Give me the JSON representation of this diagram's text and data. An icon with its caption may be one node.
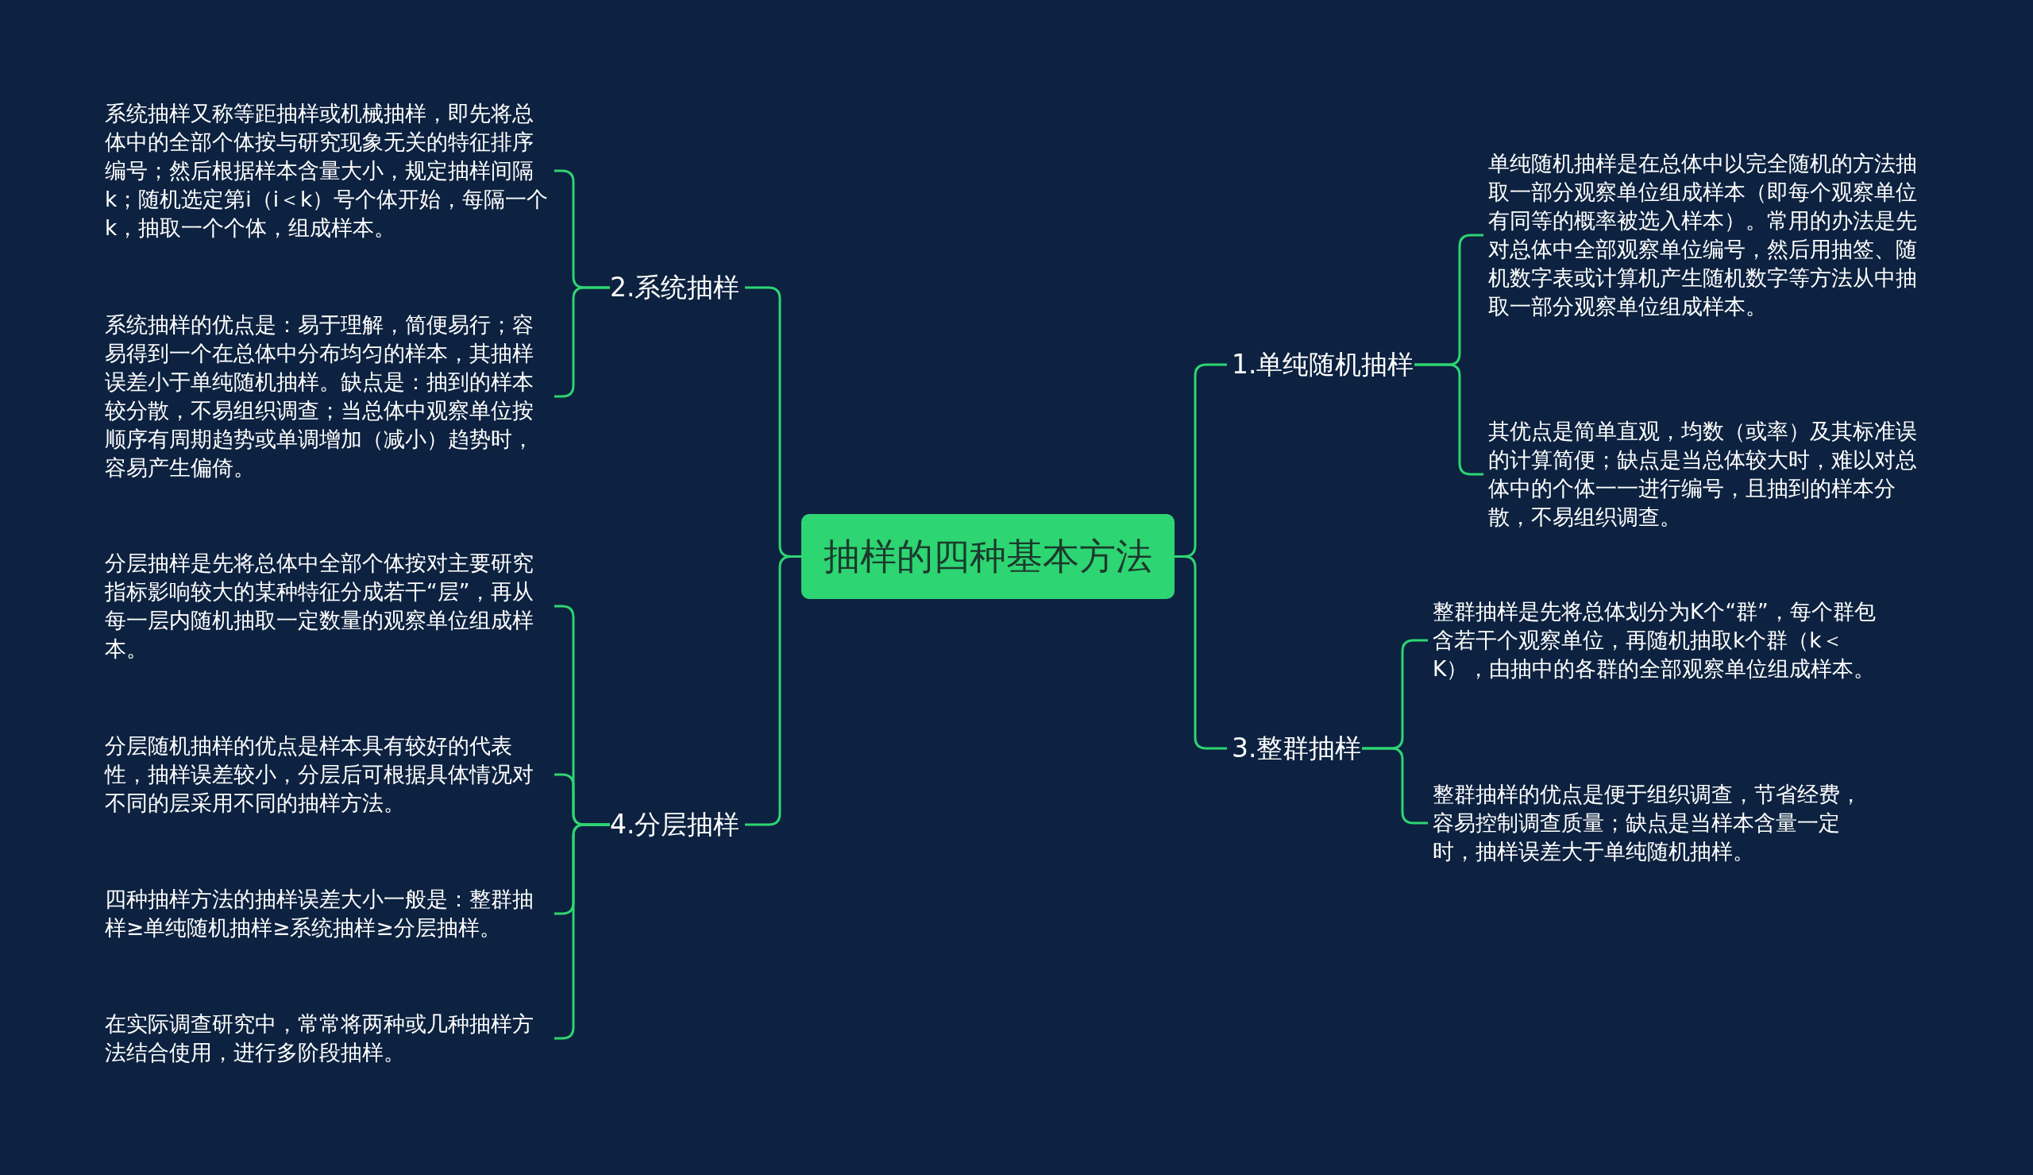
{
  "diagram": {
    "nodes": [
      {
        "text": [
          "抽样的四种基本方法"
        ]
      },
      {
        "text": [
          "1.单纯随机抽样"
        ]
      },
      {
        "text": [
          "单纯随机抽样是在总体中以完全随机的方法抽取一部分观察单位组成样本（即每个观察单位有同等的概率被选入样本）。常用的办法是先对总体中全部观察单位编号，然后用抽签、随机数字表或计算机产生随机数字等方法从中抽取一部分观察单位组成样本。"
        ]
      },
      {
        "text": [
          "其优点是简单直观，均数（或率）及其标准误的计算简便；缺点是当总体较大时，难以对总体中的个体一一进行编号，且抽到的样本分散，不易组织调查。"
        ]
      },
      {
        "text": [
          "2.系统抽样"
        ]
      },
      {
        "text": [
          "系统抽样又称等距抽样或机械抽样，即先将总体中的全部个体按与研究现象无关的特征排序编号；然后根据样本含量大小，规定抽样间隔k；随机选定第i（i＜k）号个体开始，每隔一个k，抽取一个个体，组成样本。"
        ]
      },
      {
        "text": [
          "系统抽样的优点是：易于理解，简便易行；容易得到一个在总体中分布均匀的样本，其抽样误差小于单纯随机抽样。缺点是：抽到的样本较分散，不易组织调查；当总体中观察单位按顺序有周期趋势或单调增加（减小）趋势时，容易产生偏倚。"
        ]
      },
      {
        "text": [
          "3.整群抽样"
        ]
      },
      {
        "text": [
          "整群抽样是先将总体划分为K个“群”，每个群包含若干个观察单位，再随机抽取k个群（k＜K），由抽中的各群的全部观察单位组成样本。"
        ]
      },
      {
        "text": [
          "整群抽样的优点是便于组织调查，节省经费，容易控制调查质量；缺点是当样本含量一定时，抽样误差大于单纯随机抽样。"
        ]
      },
      {
        "text": [
          "4.分层抽样"
        ]
      },
      {
        "text": [
          "分层抽样是先将总体中全部个体按对主要研究指标影响较大的某种特征分成若干“层”，再从每一层内随机抽取一定数量的观察单位组成样本。"
        ]
      },
      {
        "text": [
          "分层随机抽样的优点是样本具有较好的代表性，抽样误差较小，分层后可根据具体情况对不同的层采用不同的抽样方法。"
        ]
      },
      {
        "text": [
          "四种抽样方法的抽样误差大小一般是：整群抽样≥单纯随机抽样≥系统抽样≥分层抽样。"
        ]
      },
      {
        "text": [
          "在实际调查研究中，常常将两种或几种抽样方法结合使用，进行多阶段抽样。"
        ]
      }
    ],
    "edges": [
      {
        "from": 0,
        "to": 1,
        "arrow": "none"
      },
      {
        "from": 1,
        "to": 2,
        "arrow": "none"
      },
      {
        "from": 1,
        "to": 3,
        "arrow": "none"
      },
      {
        "from": 0,
        "to": 4,
        "arrow": "none"
      },
      {
        "from": 4,
        "to": 5,
        "arrow": "none"
      },
      {
        "from": 4,
        "to": 6,
        "arrow": "none"
      },
      {
        "from": 0,
        "to": 7,
        "arrow": "none"
      },
      {
        "from": 7,
        "to": 8,
        "arrow": "none"
      },
      {
        "from": 7,
        "to": 9,
        "arrow": "none"
      },
      {
        "from": 0,
        "to": 10,
        "arrow": "none"
      },
      {
        "from": 10,
        "to": 11,
        "arrow": "none"
      },
      {
        "from": 10,
        "to": 12,
        "arrow": "none"
      },
      {
        "from": 10,
        "to": 13,
        "arrow": "none"
      },
      {
        "from": 10,
        "to": 14,
        "arrow": "none"
      }
    ]
  }
}
